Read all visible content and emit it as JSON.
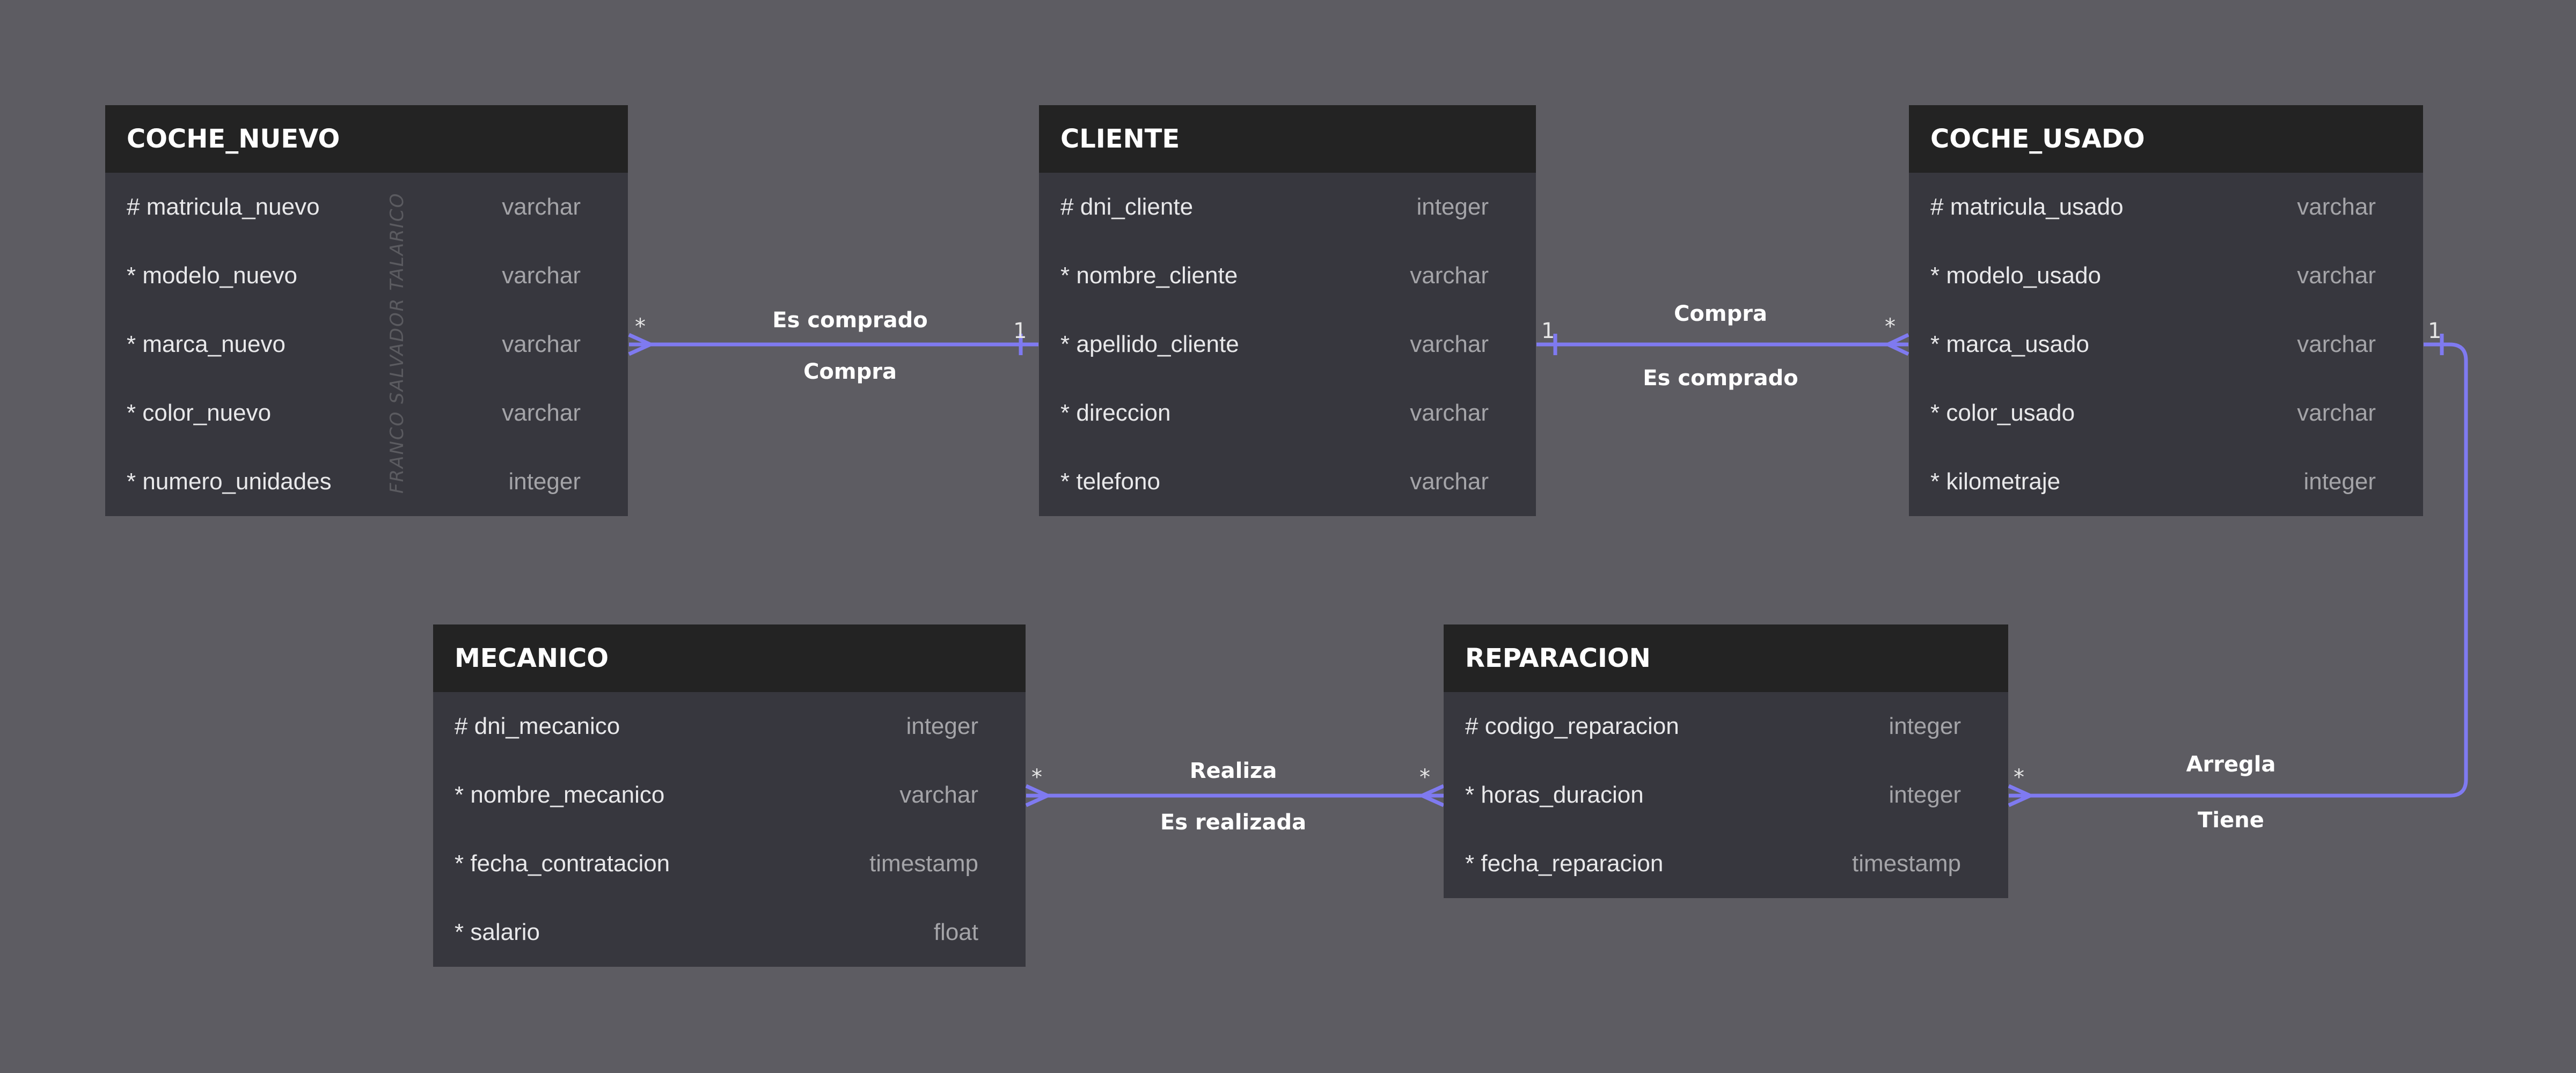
{
  "entities": {
    "coche_nuevo": {
      "title": "COCHE_NUEVO",
      "attributes": [
        {
          "name": "# matricula_nuevo",
          "type": "varchar"
        },
        {
          "name": "* modelo_nuevo",
          "type": "varchar"
        },
        {
          "name": "* marca_nuevo",
          "type": "varchar"
        },
        {
          "name": "* color_nuevo",
          "type": "varchar"
        },
        {
          "name": "* numero_unidades",
          "type": "integer"
        }
      ]
    },
    "cliente": {
      "title": "CLIENTE",
      "attributes": [
        {
          "name": "# dni_cliente",
          "type": "integer"
        },
        {
          "name": "* nombre_cliente",
          "type": "varchar"
        },
        {
          "name": "* apellido_cliente",
          "type": "varchar"
        },
        {
          "name": "* direccion",
          "type": "varchar"
        },
        {
          "name": "* telefono",
          "type": "varchar"
        }
      ]
    },
    "coche_usado": {
      "title": "COCHE_USADO",
      "attributes": [
        {
          "name": "# matricula_usado",
          "type": "varchar"
        },
        {
          "name": "* modelo_usado",
          "type": "varchar"
        },
        {
          "name": "* marca_usado",
          "type": "varchar"
        },
        {
          "name": "* color_usado",
          "type": "varchar"
        },
        {
          "name": "* kilometraje",
          "type": "integer"
        }
      ]
    },
    "mecanico": {
      "title": "MECANICO",
      "attributes": [
        {
          "name": "# dni_mecanico",
          "type": "integer"
        },
        {
          "name": "* nombre_mecanico",
          "type": "varchar"
        },
        {
          "name": "* fecha_contratacion",
          "type": "timestamp"
        },
        {
          "name": "* salario",
          "type": "float"
        }
      ]
    },
    "reparacion": {
      "title": "REPARACION",
      "attributes": [
        {
          "name": "# codigo_reparacion",
          "type": "integer"
        },
        {
          "name": "* horas_duracion",
          "type": "integer"
        },
        {
          "name": "* fecha_reparacion",
          "type": "timestamp"
        }
      ]
    }
  },
  "relationships": {
    "coche_nuevo_cliente": {
      "label_top": "Es comprado",
      "label_bottom": "Compra",
      "card_left": "*",
      "card_right": "1"
    },
    "cliente_coche_usado": {
      "label_top": "Compra",
      "label_bottom": "Es comprado",
      "card_left": "1",
      "card_right": "*"
    },
    "mecanico_reparacion": {
      "label_top": "Realiza",
      "label_bottom": "Es realizada",
      "card_left": "*",
      "card_right": "*"
    },
    "reparacion_coche_usado": {
      "label_top": "Arregla",
      "label_bottom": "Tiene",
      "card_left": "*",
      "card_right": "1"
    }
  },
  "watermark": "FRANCO SALVADOR TALARICO",
  "colors": {
    "background": "#5d5c62",
    "entity_body": "#37373e",
    "entity_header": "#232323",
    "connector": "#7f7af0"
  }
}
